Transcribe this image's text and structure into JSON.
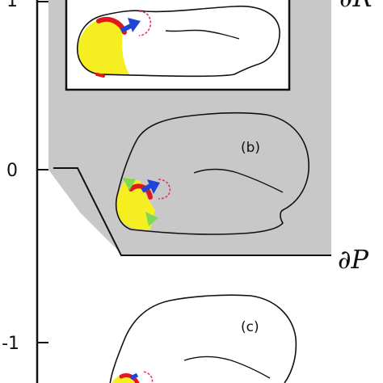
{
  "figure": {
    "y_axis_ticks": [
      "1",
      "0",
      "-1"
    ],
    "panel_labels": [
      "(b)",
      "(c)"
    ],
    "top_right_label": "∂R",
    "bottom_right_label": "∂P",
    "colors": {
      "gray_region": "#c8c8c8",
      "yellow_region": "#f5ef22",
      "red_mark": "#e01a1a",
      "blue_arrow": "#1f44d6",
      "magenta_dashes": "#e0307a",
      "green_triangles": "#7ed957",
      "outline": "#111111"
    }
  }
}
